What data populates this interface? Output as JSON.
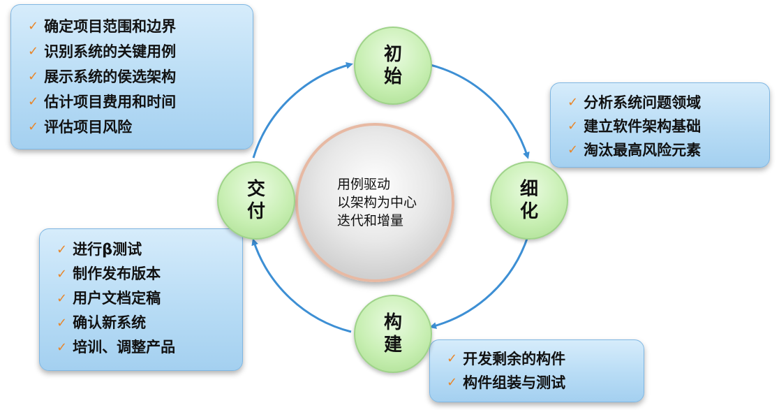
{
  "center": {
    "lines": [
      "用例驱动",
      "以架构为中心",
      "迭代和增量"
    ]
  },
  "phases": {
    "inception": {
      "char1": "初",
      "char2": "始"
    },
    "elaboration": {
      "char1": "细",
      "char2": "化"
    },
    "construction": {
      "char1": "构",
      "char2": "建"
    },
    "transition": {
      "char1": "交",
      "char2": "付"
    }
  },
  "boxes": {
    "inception": [
      "确定项目范围和边界",
      "识别系统的关键用例",
      "展示系统的侯选架构",
      "估计项目费用和时间",
      "评估项目风险"
    ],
    "elaboration": [
      "分析系统问题领域",
      "建立软件架构基础",
      "淘汰最高风险元素"
    ],
    "construction": [
      "开发剩余的构件",
      "构件组装与测试"
    ],
    "transition": [
      "进行β测试",
      "制作发布版本",
      "用户文档定稿",
      "确认新系统",
      "培训、调整产品"
    ]
  },
  "check_mark": "✓",
  "colors": {
    "arrow": "#3d8fd4",
    "check": "#e8862a",
    "box_fill": "#b8dcf5",
    "phase_fill": "#c8efb3"
  }
}
